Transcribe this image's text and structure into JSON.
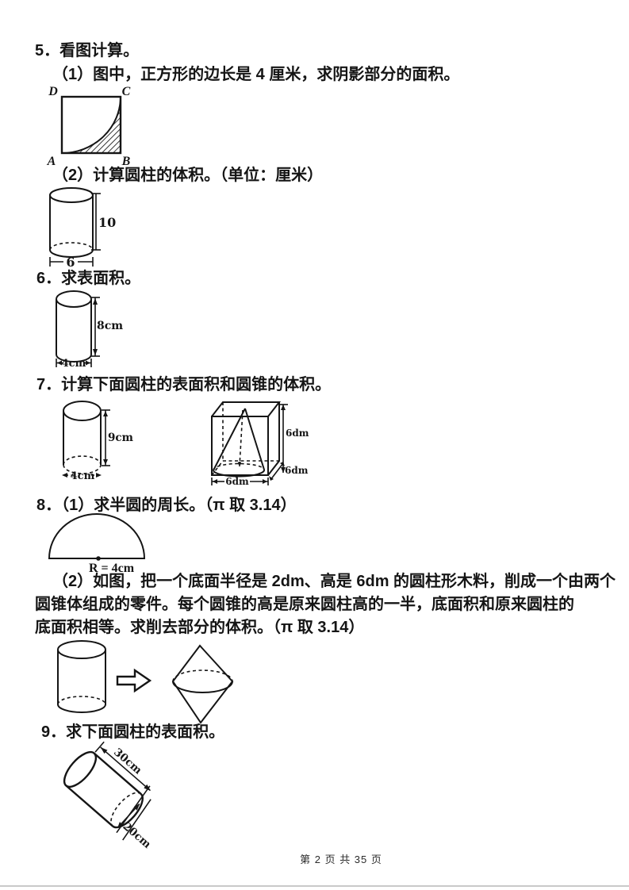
{
  "page": {
    "footer": "第 2 页 共 35 页"
  },
  "p5": {
    "title": "5．看图计算。",
    "part1": "（1）图中，正方形的边长是 4 厘米，求阴影部分的面积。",
    "square": {
      "d": "D",
      "c": "C",
      "a": "A",
      "b": "B"
    },
    "part2": "（2）计算圆柱的体积。（单位：厘米）",
    "cylinder": {
      "height": "10",
      "diameter": "6"
    }
  },
  "p6": {
    "title": "6．求表面积。",
    "cylinder": {
      "height": "8cm",
      "diameter": "4cm"
    }
  },
  "p7": {
    "title": "7．计算下面圆柱的表面积和圆锥的体积。",
    "cylinder": {
      "height": "9cm",
      "diameter": "4cm"
    },
    "box": {
      "height": "6dm",
      "depth": "6dm",
      "width": "6dm"
    }
  },
  "p8": {
    "part1_title": "8．（1）求半圆的周长。（π 取 3.14）",
    "radius_label": "R = 4cm",
    "part2_lines": [
      "（2）如图，把一个底面半径是 2dm、高是 6dm 的圆柱形木料，削成一个由两个",
      "圆锥体组成的零件。每个圆锥的高是原来圆柱高的一半，底面积和原来圆柱的",
      "底面积相等。求削去部分的体积。（π 取 3.14）"
    ]
  },
  "p9": {
    "title": "9．求下面圆柱的表面积。",
    "cylinder": {
      "length": "30cm",
      "diameter": "20cm"
    }
  }
}
